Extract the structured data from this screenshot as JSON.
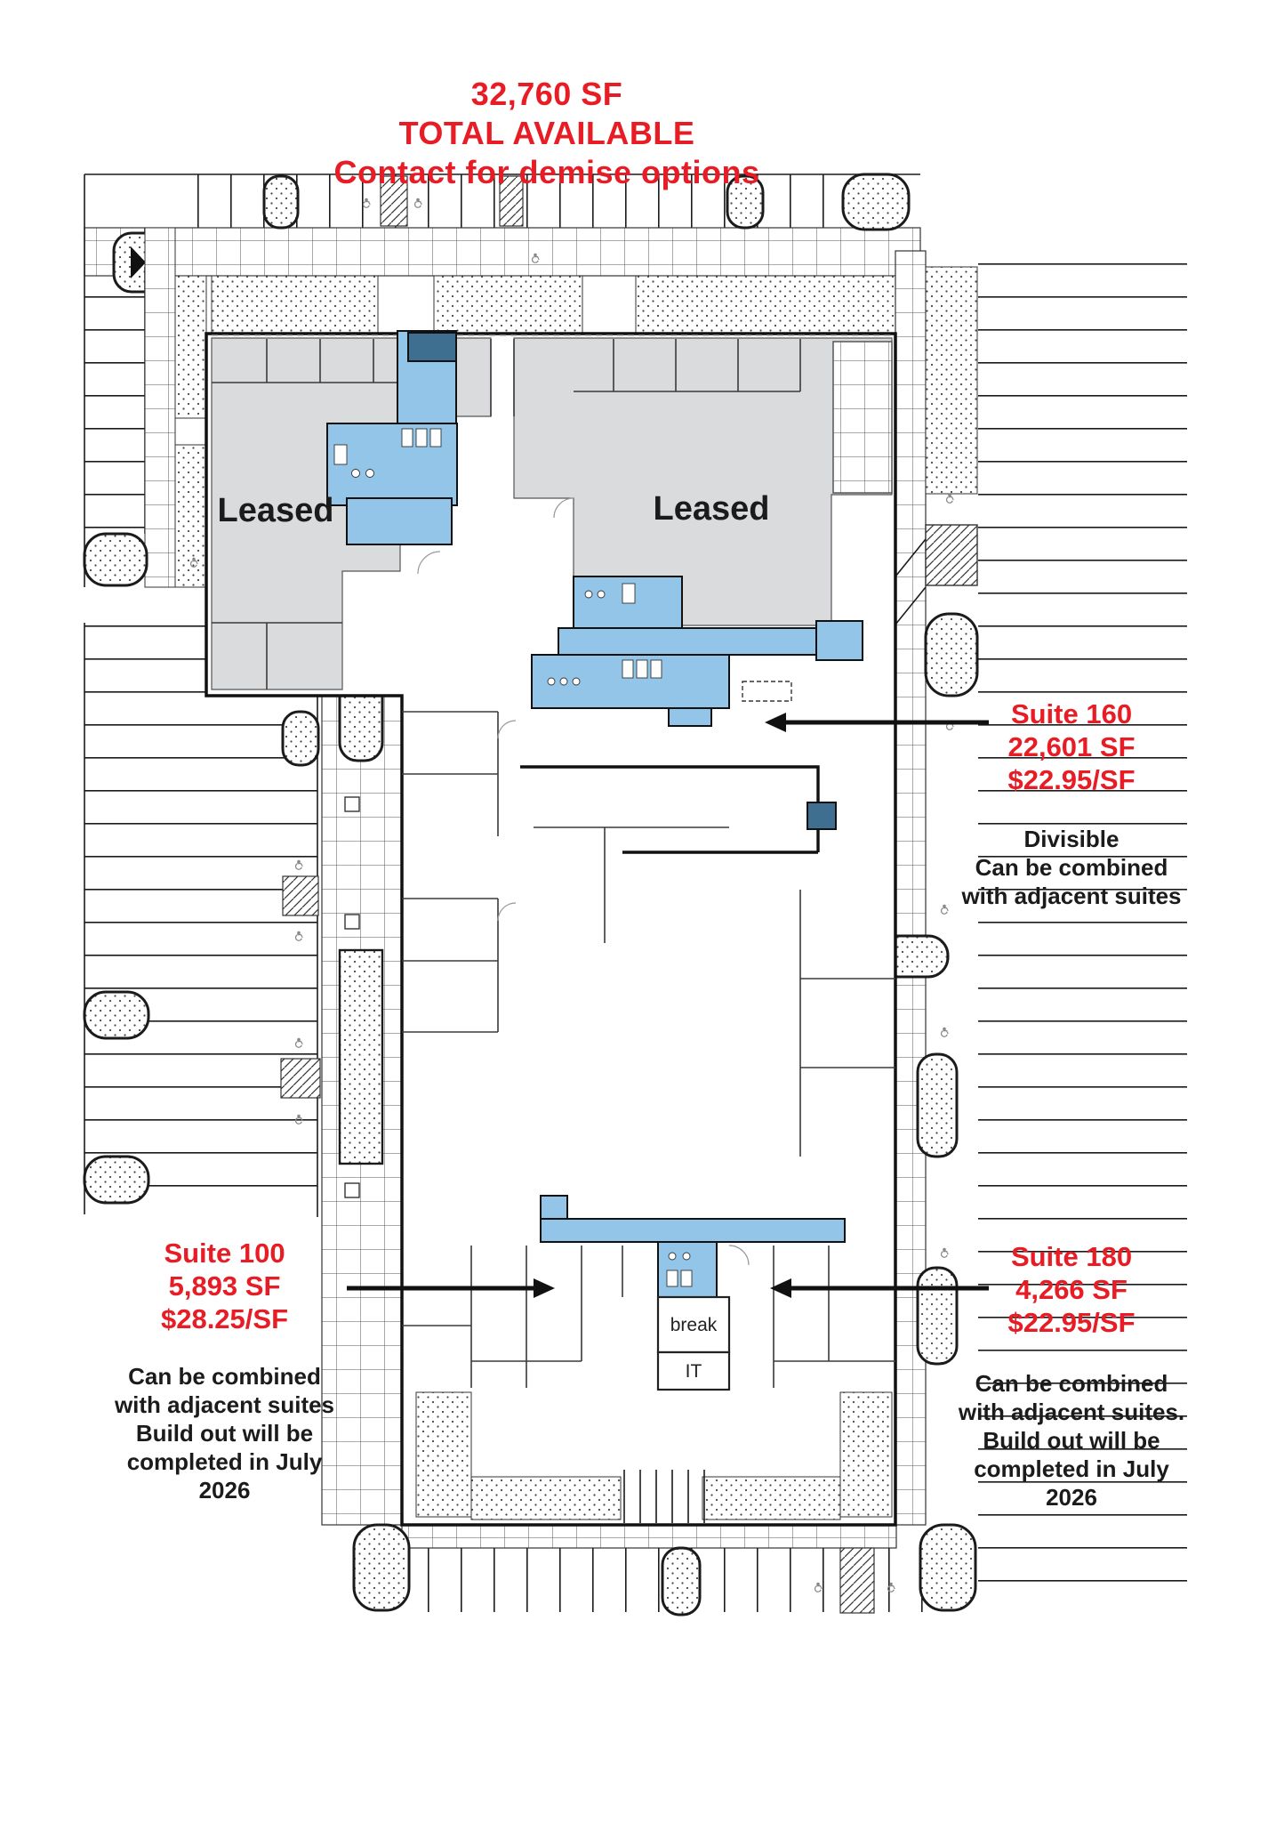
{
  "title": {
    "line1": "32,760 SF",
    "line2": "TOTAL AVAILABLE",
    "line3": "Contact for demise options"
  },
  "plan": {
    "leased_left": "Leased",
    "leased_right": "Leased",
    "rooms": {
      "break": "break",
      "it": "IT"
    }
  },
  "callouts": {
    "suite160": {
      "name": "Suite 160",
      "area": "22,601 SF",
      "rate": "$22.95/SF",
      "notes": [
        "Divisible",
        "Can be combined",
        "with adjacent suites"
      ]
    },
    "suite100": {
      "name": "Suite 100",
      "area": "5,893 SF",
      "rate": "$28.25/SF",
      "notes": [
        "Can be combined",
        "with adjacent suites",
        "Build out will be",
        "completed in July",
        "2026"
      ]
    },
    "suite180": {
      "name": "Suite 180",
      "area": "4,266 SF",
      "rate": "$22.95/SF",
      "notes": [
        "Can be combined",
        "with adjacent suites.",
        "Build out will be",
        "completed in July",
        "2026"
      ]
    }
  },
  "icons": {
    "bowtie_marker": "bowtie-site-marker",
    "accessible_parking": "accessible-parking-icon"
  },
  "colors": {
    "accent_red": "#E81C24",
    "leased_gray": "#D9DBDD",
    "core_blue": "#92C5E8",
    "dark_blue": "#3E6E90",
    "wall_black": "#111111"
  }
}
